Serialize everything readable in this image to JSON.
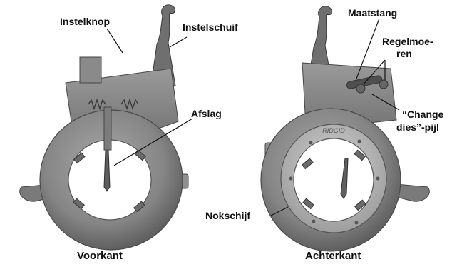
{
  "labels": {
    "instelknop": "Instelknop",
    "instelschuif": "Instelschuif",
    "afslag": "Afslag",
    "maatstang": "Maatstang",
    "regelmoeren_1": "Regelmoe-",
    "regelmoeren_2": "ren",
    "change_dies_1": "“Change",
    "change_dies_2": "dies”-pijl",
    "nokschijf": "Nokschijf"
  },
  "captions": {
    "front": "Voorkant",
    "back": "Achterkant"
  },
  "stamp": "RIDGID",
  "colors": {
    "metal_dark": "#6e6e6e",
    "metal_mid": "#8c8c8c",
    "metal_light": "#b5b5b5",
    "text": "#111111"
  }
}
